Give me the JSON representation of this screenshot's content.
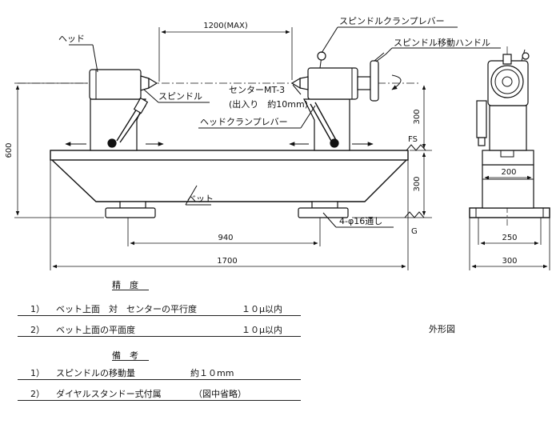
{
  "drawing": {
    "callouts": {
      "head": "ヘッド",
      "spindle": "スピンドル",
      "spindle_clamp_lever": "スピンドルクランプレバー",
      "spindle_move_handle": "スピンドル移動ハンドル",
      "center": "センターMT-3",
      "travel": "(出入り　約10mm)",
      "head_clamp_lever": "ヘッドクランプレバー",
      "bed": "ベット",
      "holes": "4-φ16通し",
      "fs": "FS",
      "g": "G"
    },
    "dimensions": {
      "max_length": "1200(MAX)",
      "height": "600",
      "upper_300": "300",
      "lower_300": "300",
      "foot_pitch": "940",
      "overall": "1700",
      "side_200": "200",
      "side_250": "250",
      "side_300": "300"
    },
    "view_title": "外形図"
  },
  "accuracy": {
    "heading": "精　度",
    "items": [
      {
        "no": "1）",
        "text": "ベット上面　対　センターの平行度",
        "value": "１０μ以内"
      },
      {
        "no": "2）",
        "text": "ベット上面の平面度",
        "value": "１０μ以内"
      }
    ]
  },
  "remarks": {
    "heading": "備　考",
    "items": [
      {
        "no": "1）",
        "text": "スピンドルの移動量",
        "value": "約１０mm"
      },
      {
        "no": "2）",
        "text": "ダイヤルスタンドー式付属",
        "value": "（図中省略）"
      }
    ]
  }
}
